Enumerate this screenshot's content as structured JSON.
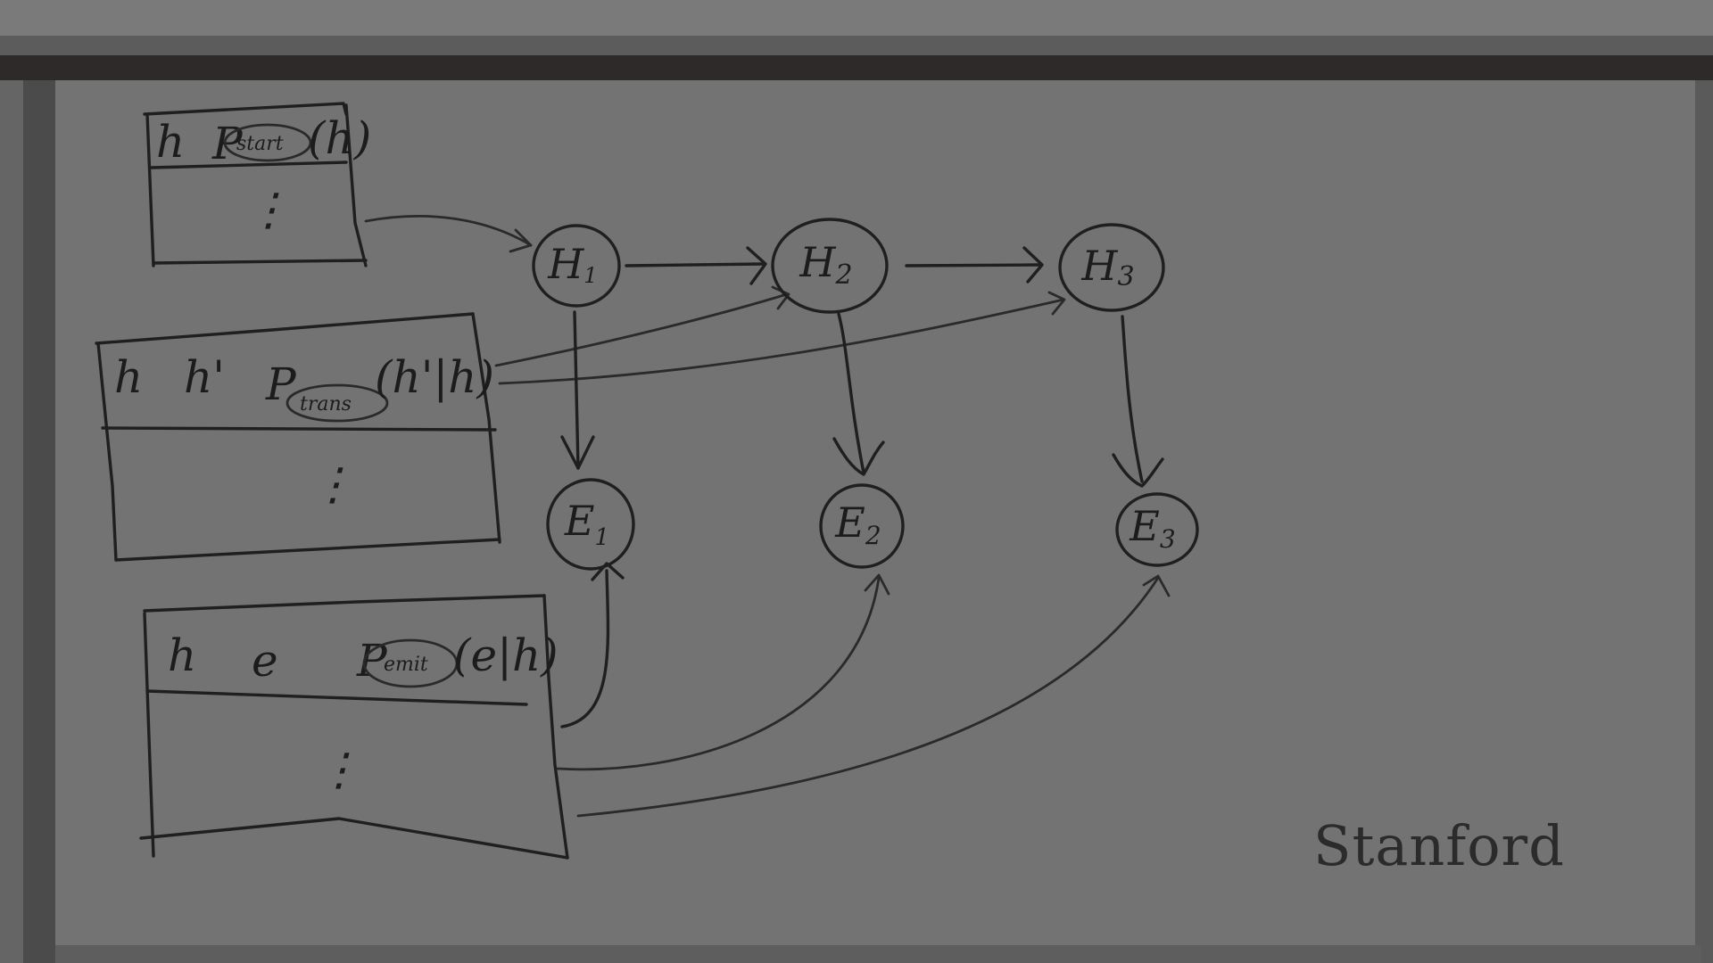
{
  "nodes": {
    "H1": {
      "main": "H",
      "sub": "1"
    },
    "H2": {
      "main": "H",
      "sub": "2"
    },
    "H3": {
      "main": "H",
      "sub": "3"
    },
    "E1": {
      "main": "E",
      "sub": "1"
    },
    "E2": {
      "main": "E",
      "sub": "2"
    },
    "E3": {
      "main": "E",
      "sub": "3"
    }
  },
  "tables": {
    "start": {
      "col_h": "h",
      "prob_p": "P",
      "prob_name": "start",
      "prob_args": "(h)",
      "ellipsis": "⋮"
    },
    "trans": {
      "col_h": "h",
      "col_hprime": "h'",
      "prob_p": "P",
      "prob_name": "trans",
      "prob_args": "(h'|h)",
      "ellipsis": "⋮"
    },
    "emit": {
      "col_h": "h",
      "col_e": "e",
      "prob_p": "P",
      "prob_name": "emit",
      "prob_args": "(e|h)",
      "ellipsis": "⋮"
    }
  },
  "watermark": "Stanford",
  "colors": {
    "board": "#737373",
    "ink": "#1f1f1f",
    "frame": "#2e2a2a"
  }
}
